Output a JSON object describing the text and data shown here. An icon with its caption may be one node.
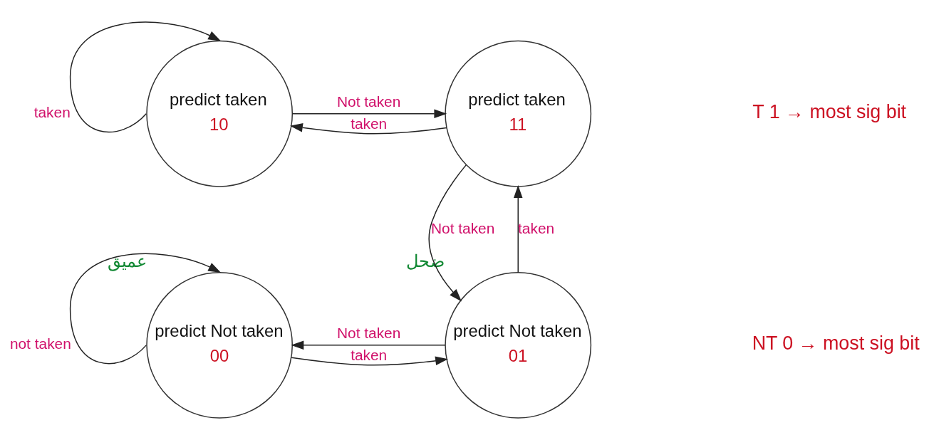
{
  "diagram": {
    "nodes": [
      {
        "text": [
          "predict taken",
          "10"
        ]
      },
      {
        "text": [
          "predict taken",
          "11"
        ]
      },
      {
        "text": [
          "predict Not taken",
          "00"
        ],
        "beside": [
          "عميق"
        ]
      },
      {
        "text": [
          "predict Not taken",
          "01"
        ],
        "beside": [
          "ضحل"
        ]
      }
    ],
    "edges": [
      {
        "from": 0,
        "to": 0,
        "arrow": "to",
        "label": "taken"
      },
      {
        "from": 0,
        "to": 1,
        "arrow": "to",
        "label": "Not taken"
      },
      {
        "from": 1,
        "to": 0,
        "arrow": "to",
        "label": "taken"
      },
      {
        "from": 1,
        "to": 3,
        "arrow": "to",
        "label": "Not taken"
      },
      {
        "from": 3,
        "to": 1,
        "arrow": "to",
        "label": "taken"
      },
      {
        "from": 2,
        "to": 2,
        "arrow": "to",
        "label": "not taken"
      },
      {
        "from": 3,
        "to": 2,
        "arrow": "to",
        "label": "Not taken"
      },
      {
        "from": 2,
        "to": 3,
        "arrow": "to",
        "label": "taken"
      }
    ],
    "labels": [
      "T 1 → most sig bit",
      "NT 0 → most sig bit"
    ]
  }
}
